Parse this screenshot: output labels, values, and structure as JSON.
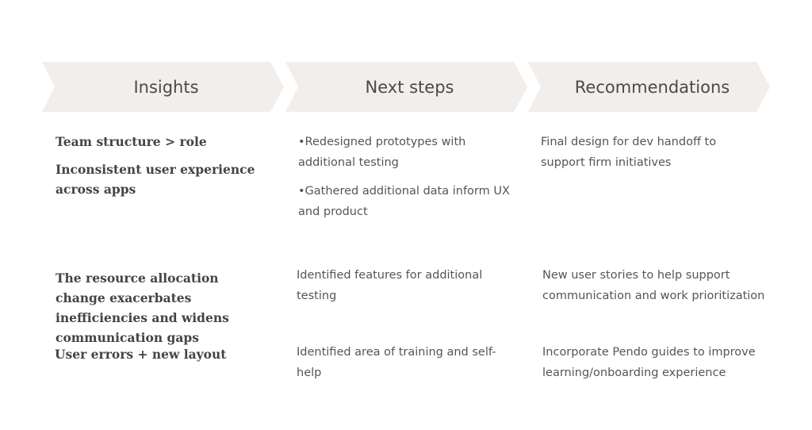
{
  "headers": [
    "Insights",
    "Next steps",
    "Recommendations"
  ],
  "rows": [
    {
      "insights": [
        "Team structure > role",
        "Inconsistent user experience across apps"
      ],
      "next_steps": [
        "•Redesigned prototypes with additional testing",
        "•Gathered additional data inform UX and product"
      ],
      "recommendation": "Final design for dev handoff to support firm initiatives"
    },
    {
      "insights": [
        "The resource allocation change exacerbates inefficiencies and widens communication gaps"
      ],
      "next_steps": [
        "Identified features for additional testing"
      ],
      "recommendation": "New user stories to help support communication and work prioritization"
    },
    {
      "insights": [
        "User errors + new layout"
      ],
      "next_steps": [
        "Identified area of training and self-help"
      ],
      "recommendation": "Incorporate Pendo guides to improve learning/onboarding experience"
    }
  ]
}
